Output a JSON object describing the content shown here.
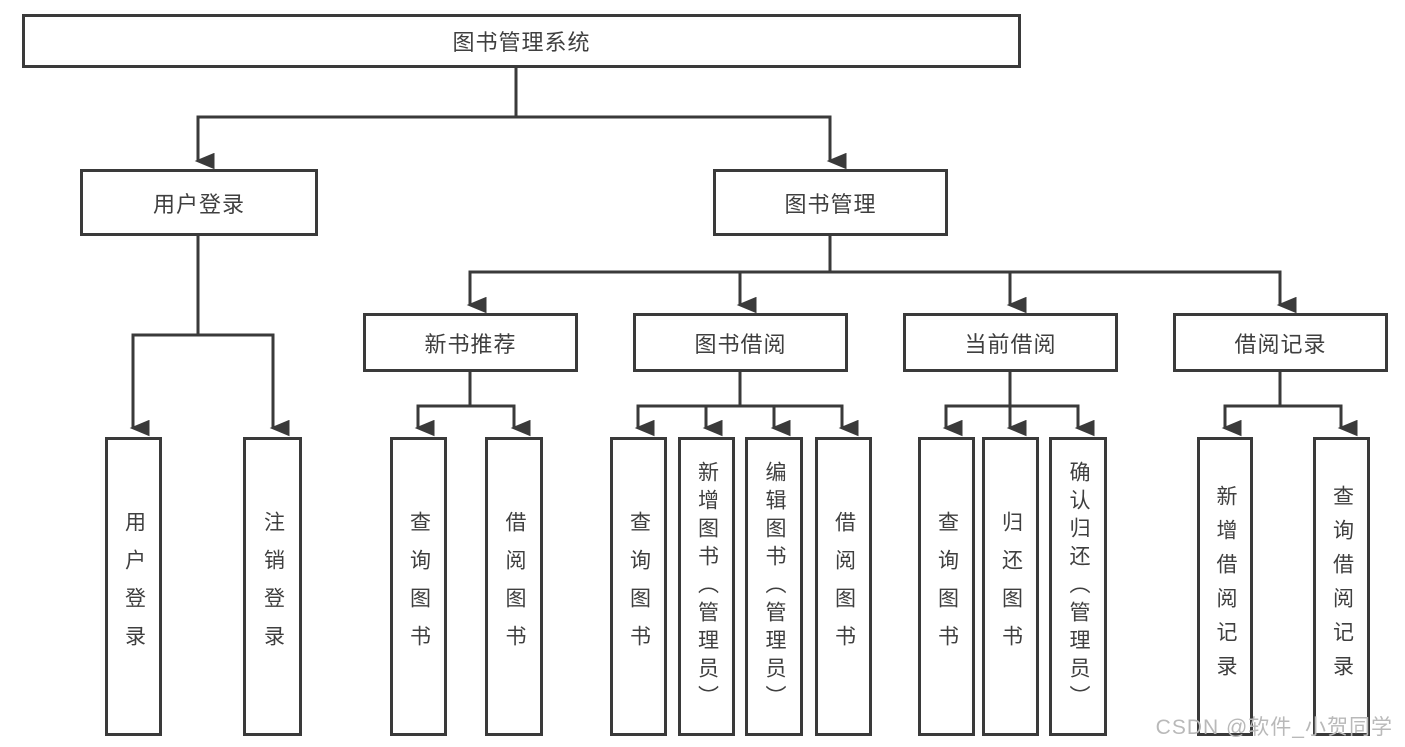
{
  "diagram": {
    "type": "hierarchy-tree",
    "root": {
      "label": "图书管理系统"
    },
    "level2": [
      {
        "id": "user-login",
        "label": "用户登录",
        "parent": "图书管理系统"
      },
      {
        "id": "book-management",
        "label": "图书管理",
        "parent": "图书管理系统"
      }
    ],
    "level3": [
      {
        "id": "new-book-recommend",
        "label": "新书推荐",
        "parent": "图书管理"
      },
      {
        "id": "book-borrow",
        "label": "图书借阅",
        "parent": "图书管理"
      },
      {
        "id": "current-borrow",
        "label": "当前借阅",
        "parent": "图书管理"
      },
      {
        "id": "borrow-record",
        "label": "借阅记录",
        "parent": "图书管理"
      }
    ],
    "leaves": [
      {
        "label": "用户登录",
        "parent": "用户登录"
      },
      {
        "label": "注销登录",
        "parent": "用户登录"
      },
      {
        "label": "查询图书",
        "parent": "新书推荐"
      },
      {
        "label": "借阅图书",
        "parent": "新书推荐"
      },
      {
        "label": "查询图书",
        "parent": "图书借阅"
      },
      {
        "label": "新增图书（管理员）",
        "parent": "图书借阅"
      },
      {
        "label": "编辑图书（管理员）",
        "parent": "图书借阅"
      },
      {
        "label": "借阅图书",
        "parent": "图书借阅"
      },
      {
        "label": "查询图书",
        "parent": "当前借阅"
      },
      {
        "label": "归还图书",
        "parent": "当前借阅"
      },
      {
        "label": "确认归还（管理员）",
        "parent": "当前借阅"
      },
      {
        "label": "新增借阅记录",
        "parent": "借阅记录"
      },
      {
        "label": "查询借阅记录",
        "parent": "借阅记录"
      }
    ]
  },
  "watermark": {
    "text": "CSDN @软件_小贺同学",
    "color": "#b9b9b9"
  },
  "colors": {
    "line": "#3a3a3a",
    "text": "#3f3f3f",
    "background": "#ffffff"
  }
}
